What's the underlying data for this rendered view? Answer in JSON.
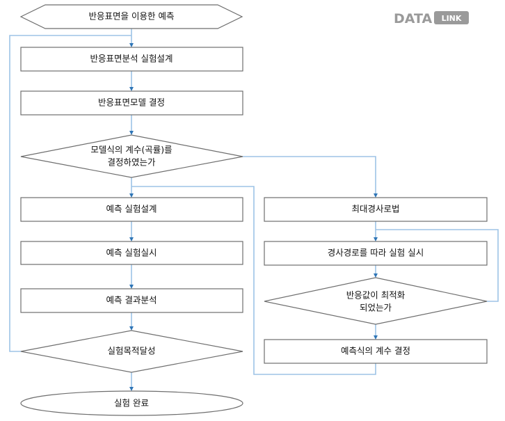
{
  "logo": {
    "text_main": "DATA",
    "text_badge": "LINK",
    "color": "#9a9a9a"
  },
  "colors": {
    "connector": "#9dc3e6",
    "arrow": "#2e75b6",
    "shape_border": "#6e6e6e"
  },
  "flow": {
    "start": "반응표면을 이용한 예측",
    "step_rsm_design": "반응표면분석 실험설계",
    "step_rsm_model": "반응표면모델 결정",
    "decision_coef": [
      "모델식의 계수(곡률)를",
      "결정하였는가"
    ],
    "step_pred_design": "예측 실험설계",
    "step_pred_run": "예측 실험실시",
    "step_pred_analysis": "예측 결과분석",
    "decision_goal": "실험목적달성",
    "end": "실험 완료",
    "step_steepest": "최대경사로법",
    "step_path_run": "경사경로를 따라 실험 실시",
    "decision_optimal": [
      "반응값이 최적화",
      "되었는가"
    ],
    "step_pred_coef": "예측식의 계수 결정"
  }
}
